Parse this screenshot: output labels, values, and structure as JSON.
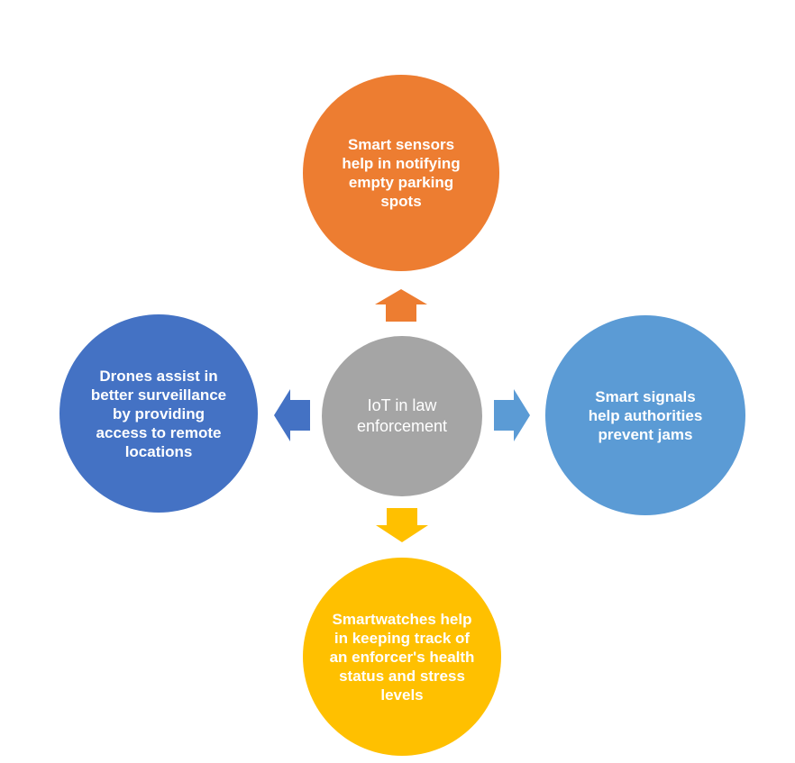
{
  "diagram": {
    "center": {
      "label": "IoT in law enforcement",
      "color": "#a5a5a5"
    },
    "nodes": {
      "top": {
        "label": "Smart sensors help in notifying empty parking spots",
        "color": "#ed7d31"
      },
      "left": {
        "label": "Drones assist in better surveillance by providing access to remote locations",
        "color": "#4472c4"
      },
      "right": {
        "label": "Smart signals help authorities prevent jams",
        "color": "#5b9bd5"
      },
      "bottom": {
        "label": "Smartwatches help in keeping track of an enforcer's health status and stress levels",
        "color": "#ffc000"
      }
    }
  }
}
